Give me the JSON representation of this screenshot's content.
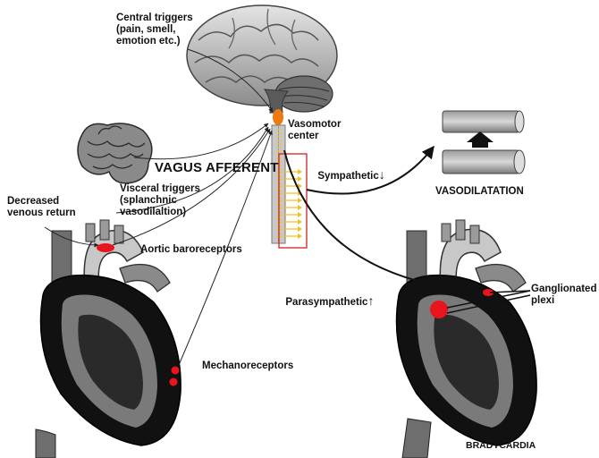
{
  "labels": {
    "central_triggers": "Central triggers\n(pain, smell,\nemotion etc.)",
    "vasomotor_center": "Vasomotor\ncenter",
    "sympathetic": "Sympathetic",
    "sympathetic_arrow": "↓",
    "vasodilatation": "VASODILATATION",
    "vagus_afferent": "VAGUS AFFERENT",
    "visceral_triggers": "Visceral triggers\n(splanchnic\nvasodilaltion)",
    "decreased_venous_return": "Decreased\nvenous return",
    "aortic_baroreceptors": "Aortic baroreceptors",
    "parasympathetic": "Parasympathetic",
    "parasympathetic_arrow": "↑",
    "ganglionated_plexi": "Ganglionated\nplexi",
    "mechanoreceptors": "Mechanoreceptors",
    "bradycardia": "BRADYCARDIA"
  },
  "colors": {
    "receptor_red": "#e8141e",
    "vasomotor_orange": "#f07a10",
    "spinal_tract_yellow": "#f0c020",
    "tissue_gray": "#8a8a8a",
    "tissue_dark": "#1a1a1a",
    "arrow_black": "#111111"
  },
  "icons": [
    "brain-icon",
    "intestines-icon",
    "heart-icon",
    "blood-vessel-icon",
    "spinal-cord-icon"
  ]
}
